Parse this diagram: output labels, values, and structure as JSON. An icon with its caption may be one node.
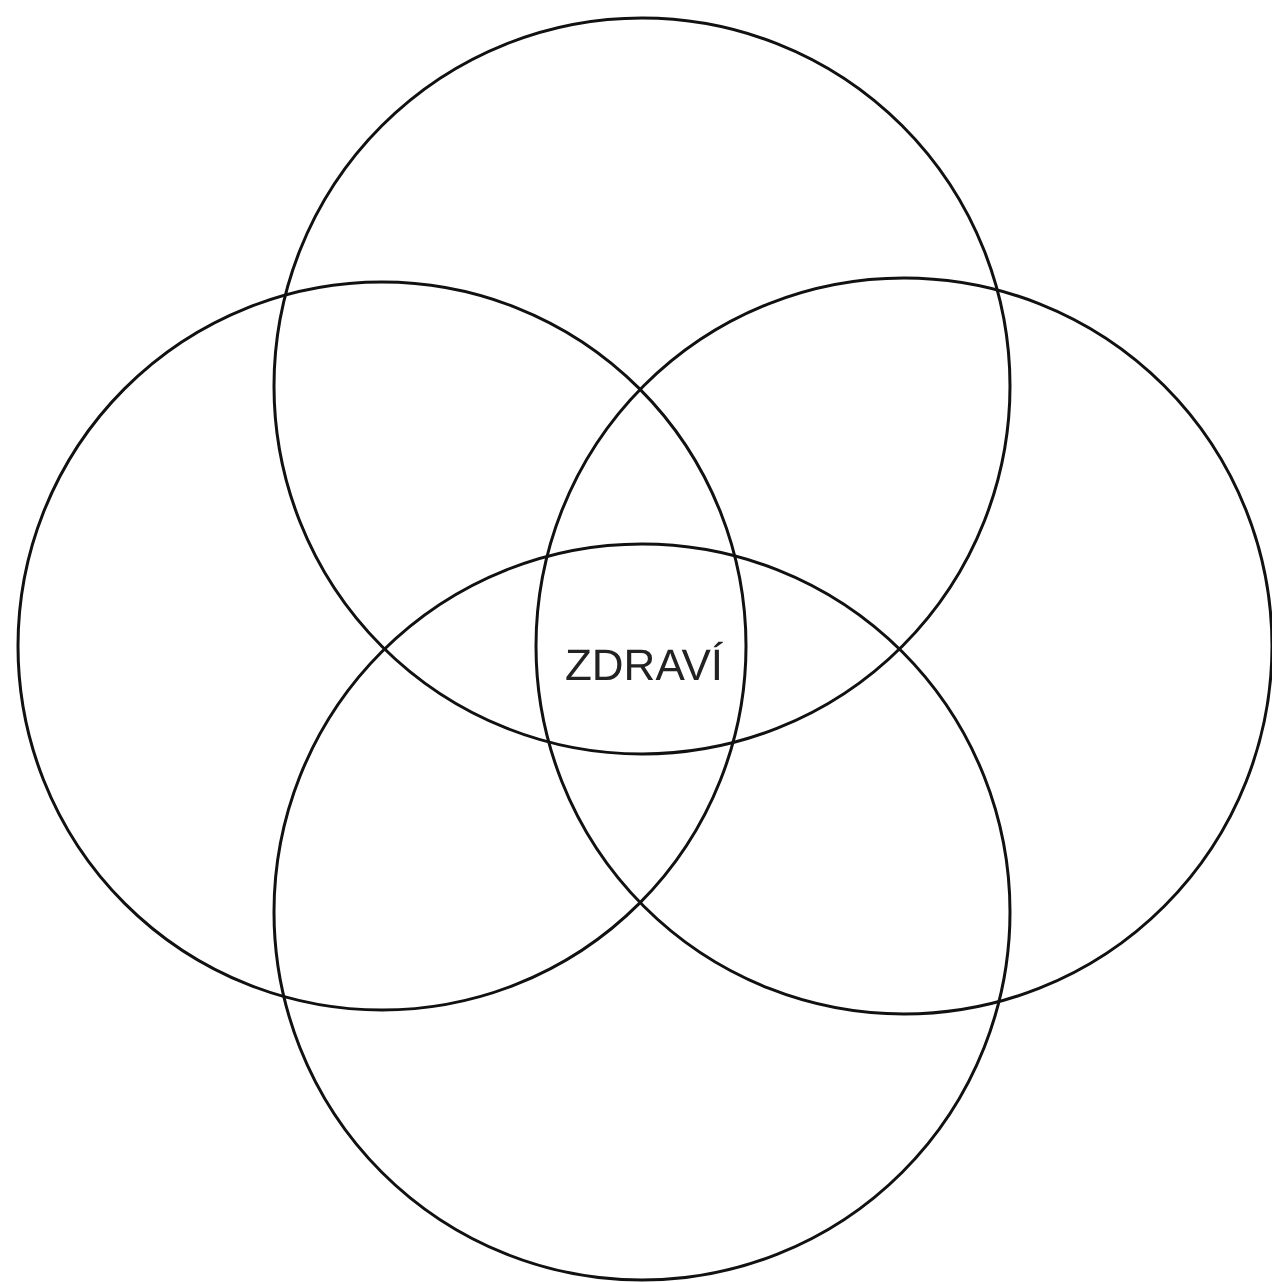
{
  "diagram": {
    "nodes": [
      {
        "text": [],
        "shape": "circle"
      },
      {
        "text": [],
        "shape": "circle"
      },
      {
        "text": [],
        "shape": "circle"
      },
      {
        "text": [],
        "shape": "circle"
      }
    ],
    "labels": [
      "ZDRAVÍ"
    ]
  }
}
